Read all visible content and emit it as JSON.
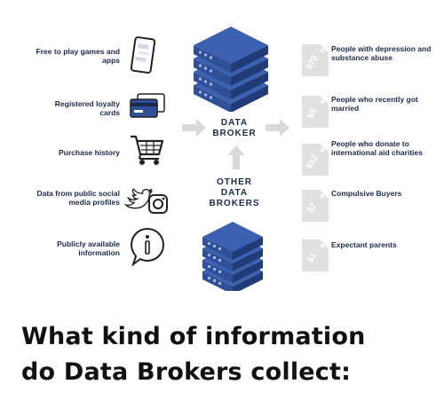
{
  "sources": [
    {
      "label": "Free to play games and apps",
      "icon": "smartphone-icon"
    },
    {
      "label": "Registered loyalty cards",
      "icon": "credit-card-icon"
    },
    {
      "label": "Purchase history",
      "icon": "shopping-cart-icon"
    },
    {
      "label": "Data from public social media profiles",
      "icon": "social-media-icon"
    },
    {
      "label": "Publicly available information",
      "icon": "info-bubble-icon"
    }
  ],
  "center": {
    "broker_label": "DATA BROKER",
    "other_label": "OTHER DATA BROKERS"
  },
  "targets": [
    {
      "price": "$79",
      "label": "People with depression and substance abuse"
    },
    {
      "price": "$9",
      "label": "People who recently got married"
    },
    {
      "price": "$12",
      "label": "People who donate to international aid charities"
    },
    {
      "price": "$7",
      "label": "Compulsive Buyers"
    },
    {
      "price": "$1",
      "label": "Expectant parents"
    }
  ],
  "headline": {
    "line1": "What kind of information",
    "line2": "do Data Brokers collect:"
  },
  "colors": {
    "navy": "#1c2a4a",
    "server": "#2f4f96",
    "server_dark": "#213a78",
    "arrow": "#d9d9d9",
    "tag": "#e0e0e0"
  }
}
